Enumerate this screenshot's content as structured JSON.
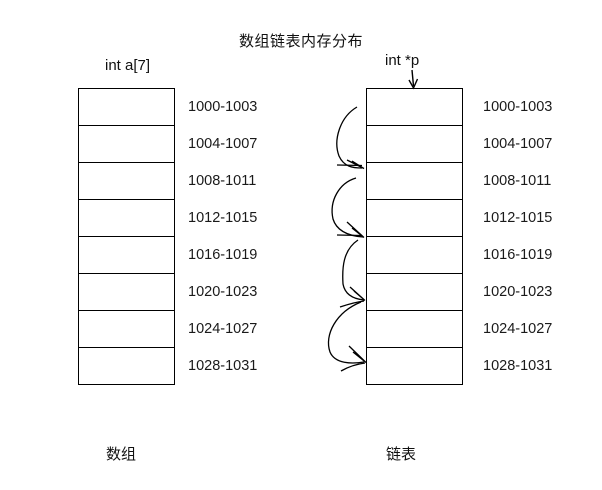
{
  "diagram": {
    "title": "数组链表内存分布",
    "left": {
      "header": "int a[7]",
      "footer": "数组",
      "addresses": [
        "1000-1003",
        "1004-1007",
        "1008-1011",
        "1012-1015",
        "1016-1019",
        "1020-1023",
        "1024-1027",
        "1028-1031"
      ]
    },
    "right": {
      "header": "int *p",
      "footer": "链表",
      "addresses": [
        "1000-1003",
        "1004-1007",
        "1008-1011",
        "1012-1015",
        "1016-1019",
        "1020-1023",
        "1024-1027",
        "1028-1031"
      ]
    },
    "colors": {
      "background": "#ffffff",
      "stroke": "#000000",
      "text": "#1a1a1a"
    },
    "icons": {
      "pointer_arrow": "down-arrow-icon",
      "link_arrow": "curved-link-arrow-icon"
    }
  }
}
